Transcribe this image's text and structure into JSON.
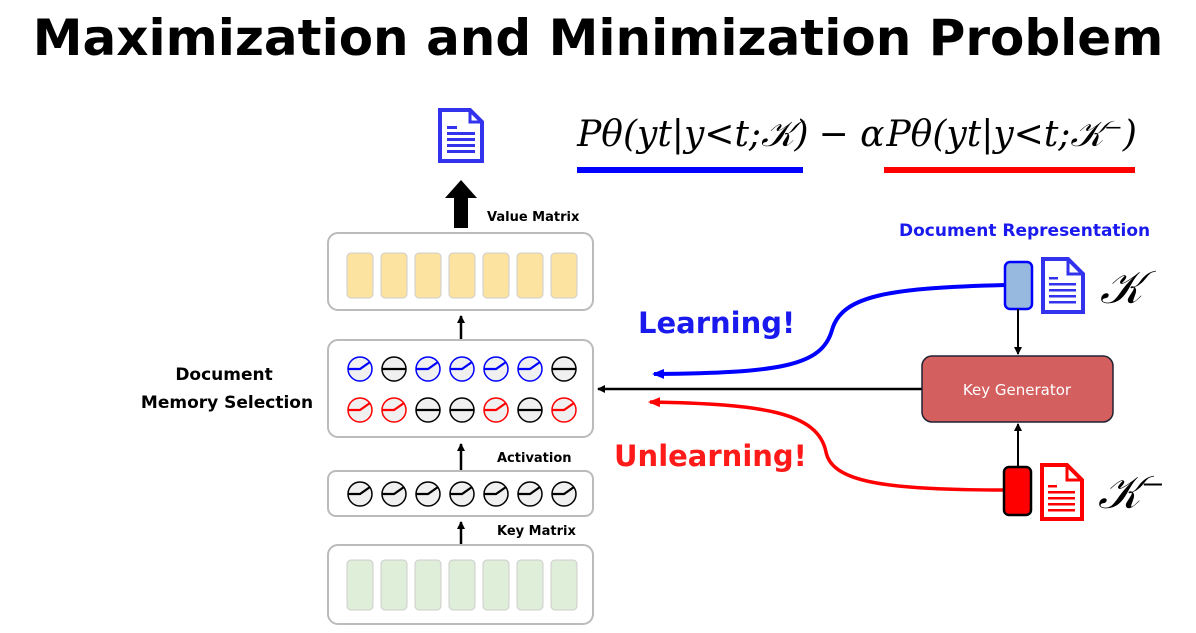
{
  "title": "Maximization and Minimization Problem",
  "formula": {
    "positive_term": "Pθ(yt|y<t;𝒦)",
    "operator": "− α",
    "negative_term": "Pθ(yt|y<t;𝒦⁻)"
  },
  "labels": {
    "value_matrix": "Value Matrix",
    "activation": "Activation",
    "key_matrix": "Key Matrix",
    "memory_selection_line1": "Document",
    "memory_selection_line2": "Memory Selection",
    "document_representation": "Document Representation",
    "key_generator": "Key Generator",
    "learning": "Learning!",
    "unlearning": "Unlearning!",
    "k_positive": "𝒦",
    "k_negative": "𝒦⁻"
  },
  "selection_rows": {
    "positive": [
      "on",
      "off",
      "on",
      "on",
      "on",
      "on",
      "off"
    ],
    "negative": [
      "on",
      "on",
      "off",
      "off",
      "on",
      "off",
      "on"
    ]
  },
  "colors": {
    "positive": "#0000ff",
    "negative": "#ff0000",
    "key_generator": "#d45f5f",
    "value_bar": "#fde3a0",
    "key_bar": "#dfeed8"
  }
}
